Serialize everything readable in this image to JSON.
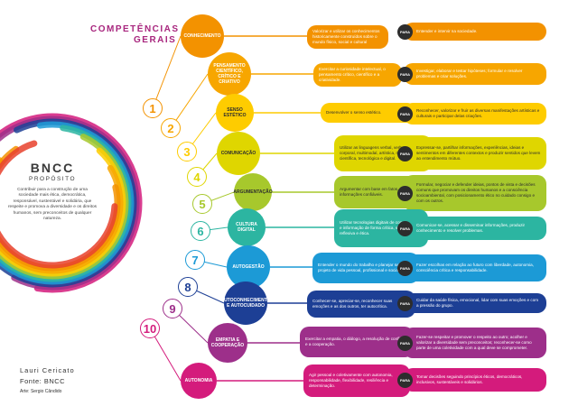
{
  "header": {
    "line1": "COMPETÊNCIAS",
    "line2": "GERAIS"
  },
  "bncc": {
    "title": "BNCC",
    "subtitle": "PROPÓSITO",
    "text": "Contribuir para a construção de uma sociedade mais ética, democrática, responsável, sustentável e solidária, que respeite e promova a diversidade e os direitos humanos, sem preconceitos de qualquer natureza."
  },
  "credits": {
    "author": "Lauri Cericato",
    "source": "Fonte: BNCC",
    "art": "Arte: Sergio Cândido"
  },
  "para_label": "PARA",
  "competencias": [
    {
      "num": "1",
      "name": "CONHECIMENTO",
      "color": "#f39200",
      "desc": "Valorizar e utilizar os conhecimentos historicamente construídos sobre o mundo físico, social e cultural",
      "purpose": "Entender e intervir na sociedade."
    },
    {
      "num": "2",
      "name": "PENSAMENTO CIENTÍFICO, CRÍTICO E CRIATIVO",
      "color": "#f7a600",
      "desc": "Exercitar a curiosidade intelectual, o pensamento crítico, científico e a criatividade.",
      "purpose": "Investigar, elaborar e testar hipóteses; formular e resolver problemas e criar soluções."
    },
    {
      "num": "3",
      "name": "SENSO ESTÉTICO",
      "color": "#fecc00",
      "desc": "Desenvolver o senso estético.",
      "purpose": "Reconhecer, valorizar e fruir as diversas manifestações artísticas e culturais e participar delas criações."
    },
    {
      "num": "4",
      "name": "COMUNICAÇÃO",
      "color": "#dfd600",
      "desc": "Utilizar as linguagens verbal, verbo-visual, corporal, multimodal, artística, matemática, científica, tecnológica e digital.",
      "purpose": "Expressar-se, partilhar informações, experiências, ideias e sentimentos em diferentes contextos e produzir sentidos que levem ao entendimento mútuo."
    },
    {
      "num": "5",
      "name": "ARGUMENTAÇÃO",
      "color": "#a7c82c",
      "desc": "Argumentar com base em fatos, dados e informações confiáveis.",
      "purpose": "Formular, negociar e defender ideias, pontos de vista e decisões comuns que promovam os direitos humanos e a consciência socioambiental, com posicionamento ético no cuidado consigo e com os outros."
    },
    {
      "num": "6",
      "name": "CULTURA DIGITAL",
      "color": "#2cb5a1",
      "desc": "Utilizar tecnologias digitais de comunicação e informação de forma crítica, significativa, reflexiva e ética.",
      "purpose": "Comunicar-se, acessar e disseminar informações, produzir conhecimento e resolver problemas."
    },
    {
      "num": "7",
      "name": "AUTOGESTÃO",
      "color": "#1c9ad6",
      "desc": "Entender o mundo do trabalho e planejar seu projeto de vida pessoal, profissional e social.",
      "purpose": "Fazer escolhas em relação ao futuro com liberdade, autonomia, consciência crítica e responsabilidade."
    },
    {
      "num": "8",
      "name": "AUTOCONHECIMENTO E AUTOCUIDADO",
      "color": "#1d3f95",
      "desc": "Conhecer-se, apreciar-se, reconhecer suas emoções e as dos outros, ter autocrítica.",
      "purpose": "Cuidar da saúde física, emocional, lidar com suas emoções e com a pressão do grupo."
    },
    {
      "num": "9",
      "name": "EMPATIA E COOPERAÇÃO",
      "color": "#9d2f8a",
      "desc": "Exercitar a empatia, o diálogo, a resolução de conflitos e a cooperação.",
      "purpose": "Fazer-se respeitar e promover o respeito ao outro; acolher e valorizar a diversidade sem preconceitos; reconhecer-se como parte de uma coletividade com a qual deve se comprometer."
    },
    {
      "num": "10",
      "name": "AUTONOMIA",
      "color": "#d41b7c",
      "desc": "Agir pessoal e coletivamente com autonomia, responsabilidade, flexibilidade, resiliência e determinação.",
      "purpose": "Tomar decisões seguindo princípios éticos, democráticos, inclusivos, sustentáveis e solidários."
    }
  ]
}
